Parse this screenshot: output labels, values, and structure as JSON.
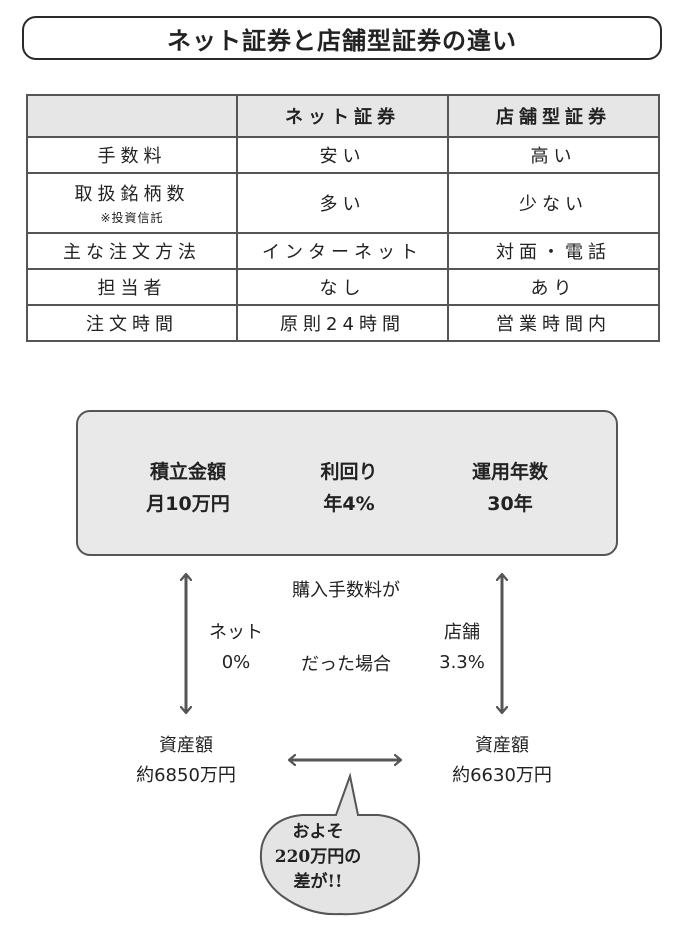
{
  "title": "ネット証券と店舗型証券の違い",
  "table": {
    "headers": [
      "",
      "ネット証券",
      "店舗型証券"
    ],
    "rows": [
      {
        "label": "手数料",
        "sub": "",
        "net": "安い",
        "store": "高い"
      },
      {
        "label": "取扱銘柄数",
        "sub": "※投資信託",
        "net": "多い",
        "store": "少ない"
      },
      {
        "label": "主な注文方法",
        "sub": "",
        "net": "インターネット",
        "store": "対面・電話"
      },
      {
        "label": "担当者",
        "sub": "",
        "net": "なし",
        "store": "あり"
      },
      {
        "label": "注文時間",
        "sub": "",
        "net": "原則24時間",
        "store": "営業時間内"
      }
    ]
  },
  "conditions": [
    {
      "label": "積立金額",
      "value": "月10万円"
    },
    {
      "label": "利回り",
      "value": "年4%"
    },
    {
      "label": "運用年数",
      "value": "30年"
    }
  ],
  "middle": {
    "line1": "購入手数料が",
    "line2": "だった場合"
  },
  "net_side": {
    "name": "ネット",
    "fee": "0%",
    "asset_label": "資産額",
    "asset_value": "約6850万円"
  },
  "store_side": {
    "name": "店舗",
    "fee": "3.3%",
    "asset_label": "資産額",
    "asset_value": "約6630万円"
  },
  "bubble": {
    "line1": "およそ",
    "line2": "220万円の",
    "line3": "差が!!"
  },
  "colors": {
    "stroke": "#555555",
    "panel": "#e9e9e9",
    "bubble": "#e4e4e4"
  }
}
